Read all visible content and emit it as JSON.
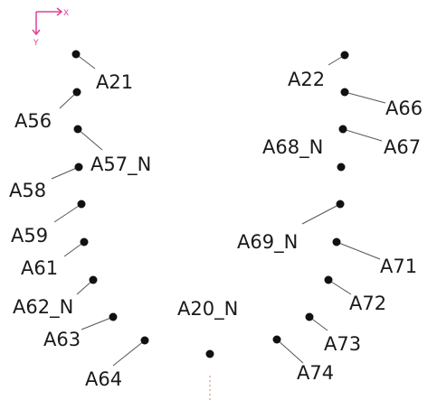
{
  "axis_indicator": {
    "x_label": "X",
    "y_label": "Y",
    "color": "#e0409a"
  },
  "colors": {
    "point": "#111111",
    "leader": "#555555",
    "label": "#1a1a1a",
    "dashed_marker": "#d08060"
  },
  "points": [
    {
      "id": "A21",
      "label": "A21"
    },
    {
      "id": "A22",
      "label": "A22"
    },
    {
      "id": "A56",
      "label": "A56"
    },
    {
      "id": "A66",
      "label": "A66"
    },
    {
      "id": "A57_N",
      "label": "A57_N"
    },
    {
      "id": "A67",
      "label": "A67"
    },
    {
      "id": "A68_N",
      "label": "A68_N"
    },
    {
      "id": "A58",
      "label": "A58"
    },
    {
      "id": "A59",
      "label": "A59"
    },
    {
      "id": "A69_N",
      "label": "A69_N"
    },
    {
      "id": "A61",
      "label": "A61"
    },
    {
      "id": "A71",
      "label": "A71"
    },
    {
      "id": "A62_N",
      "label": "A62_N"
    },
    {
      "id": "A72",
      "label": "A72"
    },
    {
      "id": "A20_N",
      "label": "A20_N"
    },
    {
      "id": "A63",
      "label": "A63"
    },
    {
      "id": "A73",
      "label": "A73"
    },
    {
      "id": "A64",
      "label": "A64"
    },
    {
      "id": "A74",
      "label": "A74"
    }
  ]
}
